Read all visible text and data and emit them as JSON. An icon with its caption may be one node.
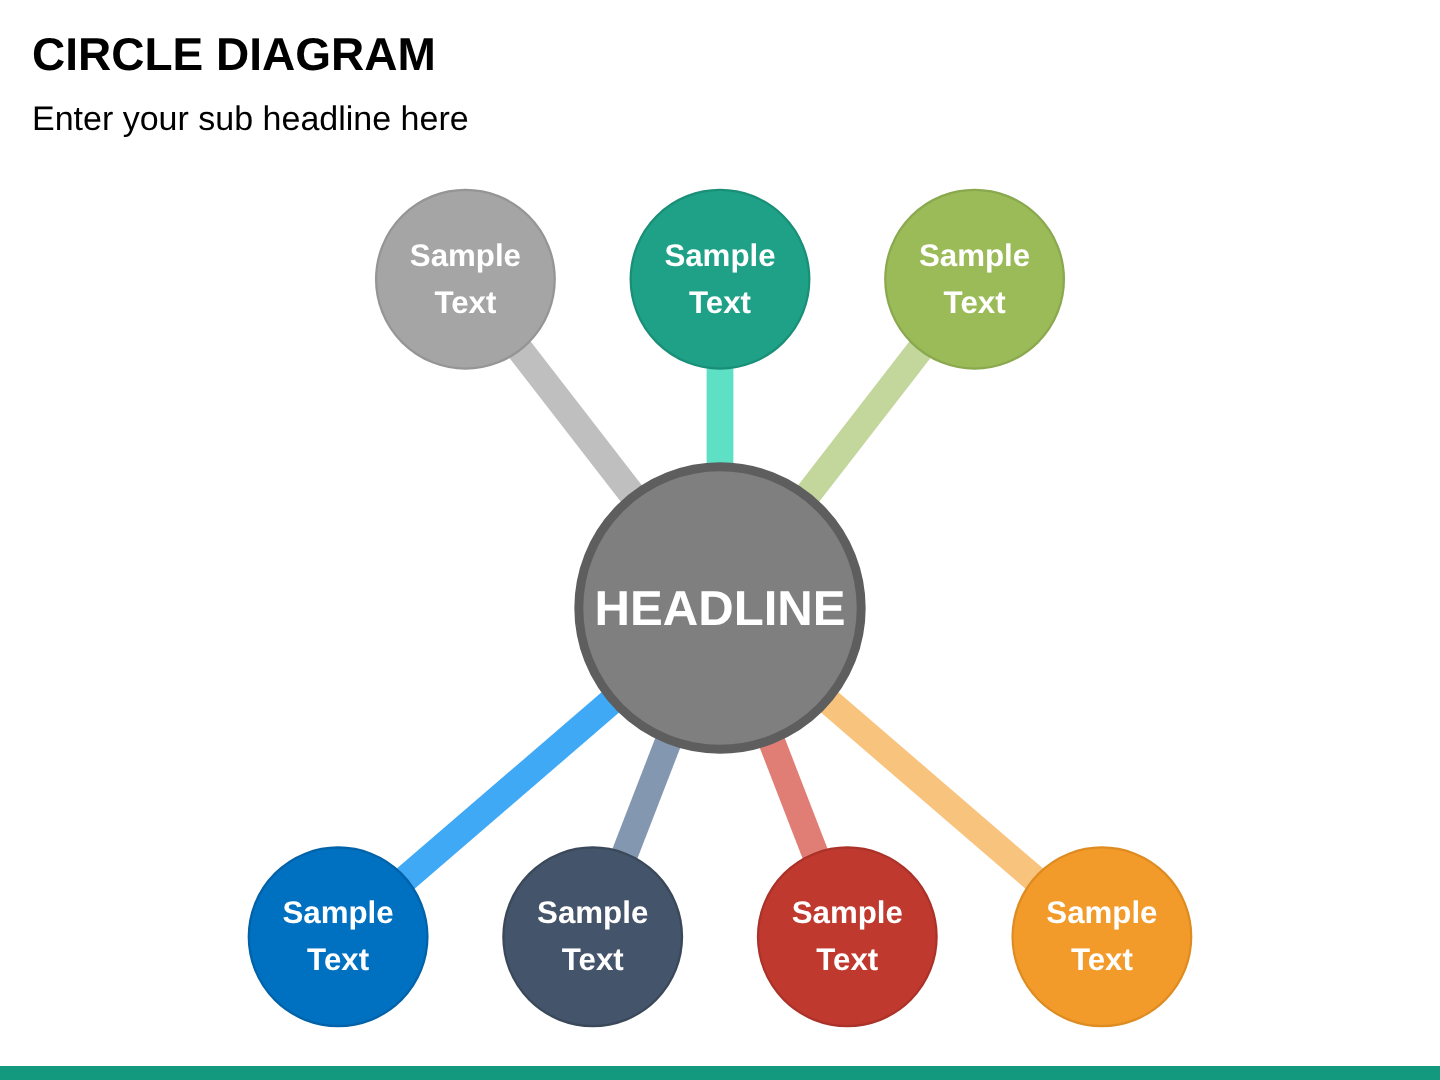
{
  "diagram": {
    "title": "CIRCLE DIAGRAM",
    "nodes": [
      {
        "text": [
          "Sample Text"
        ]
      },
      {
        "text": [
          "Sample Text"
        ]
      },
      {
        "text": [
          "Sample Text"
        ]
      },
      {
        "text": [
          "HEADLINE"
        ]
      },
      {
        "text": [
          "Sample Text"
        ]
      },
      {
        "text": [
          "Sample Text"
        ]
      },
      {
        "text": [
          "Sample Text"
        ]
      },
      {
        "text": [
          "Sample Text"
        ]
      }
    ],
    "edges": [
      {
        "from": 1,
        "to": 3,
        "arrow": "none",
        "color": "#bfbfbf"
      },
      {
        "from": 0,
        "to": 3,
        "arrow": "none",
        "color": "#5ee0c4"
      },
      {
        "from": 2,
        "to": 3,
        "arrow": "none",
        "color": "#c3d69b"
      },
      {
        "from": 3,
        "to": 4,
        "arrow": "none",
        "color": "#3fa9f5"
      },
      {
        "from": 3,
        "to": 6,
        "arrow": "none",
        "color": "#8497b0"
      },
      {
        "from": 3,
        "to": 7,
        "arrow": "none",
        "color": "#e07e76"
      },
      {
        "from": 3,
        "to": 5,
        "arrow": "none",
        "color": "#f8c37d"
      }
    ],
    "labels": [
      "Enter your sub headline here"
    ]
  }
}
